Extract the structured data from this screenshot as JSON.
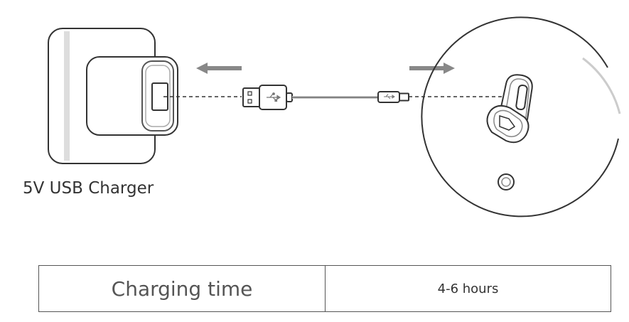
{
  "charger": {
    "label": "5V USB Charger"
  },
  "spec": {
    "label": "Charging time",
    "value": "4-6 hours"
  },
  "icons": {
    "usb_symbol": "usb-icon",
    "direction": "arrow-icon"
  }
}
